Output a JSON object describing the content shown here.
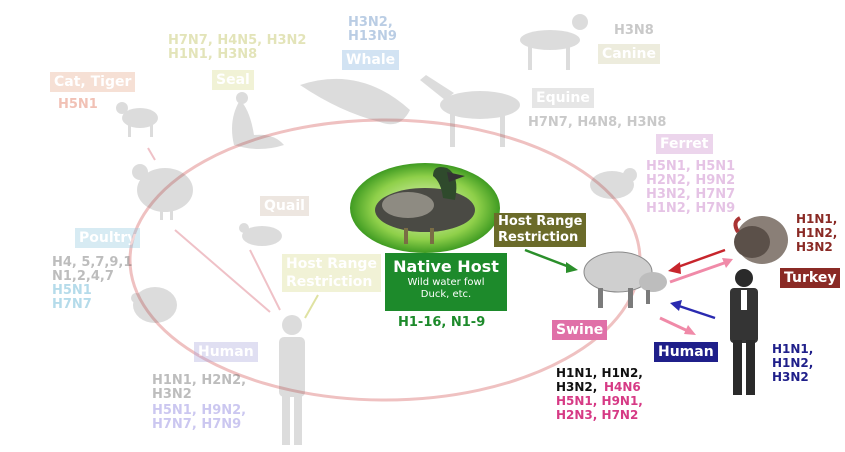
{
  "colors": {
    "cat": "#e7a78a",
    "seal": "#d8db8c",
    "whale": "#7fb1de",
    "canine": "#ccc9a0",
    "equine": "#b8b8b8",
    "ferret": "#c989c9",
    "poultry": "#8ec7df",
    "quail": "#cdb8a8",
    "host_range": "#6b6b2a",
    "native_host": "#1d8a2b",
    "swine": "#e070a8",
    "human_right": "#1f1f8a",
    "turkey": "#8a2a25",
    "human_left": "#a9a4dc"
  },
  "labels": {
    "cat": "Cat, Tiger",
    "cat_strains": "H5N1",
    "seal": "Seal",
    "seal_strains": "H7N7, H4N5, H3N2\nH1N1, H3N8",
    "whale": "Whale",
    "whale_strains": "H3N2,\nH13N9",
    "canine": "Canine",
    "canine_strains": "H3N8",
    "equine": "Equine",
    "equine_strains": "H7N7, H4N8, H3N8",
    "ferret": "Ferret",
    "ferret_strains": "H5N1, H5N1\nH2N2, H9N2\nH3N2, H7N7\nH1N2, H7N9",
    "poultry": "Poultry",
    "poultry_strains_a": "H4, 5,7,9,1\nN1,2,4,7",
    "poultry_strains_b": "H5N1\nH7N7",
    "quail": "Quail",
    "host_range_left": "Host Range\nRestriction",
    "host_range_right": "Host Range\nRestriction",
    "native_host_title": "Native Host",
    "native_host_sub": "Wild water fowl\nDuck, etc.",
    "native_host_strains": "H1-16, N1-9",
    "swine": "Swine",
    "swine_strains_a": "H1N1, H1N2,",
    "swine_strains_b": "H3N2, ",
    "swine_strains_c": "H4N6",
    "swine_strains_d": "H5N1, H9N1,\nH2N3, H7N2",
    "human_right": "Human",
    "human_right_strains": "H1N1,\nH1N2,\nH3N2",
    "turkey": "Turkey",
    "turkey_strains": "H1N1,\nH1N2,\nH3N2",
    "human_left": "Human",
    "human_left_strains_a": "H1N1, H2N2,\nH3N2",
    "human_left_strains_b": "H5N1, H9N2,\nH7N7, H7N9"
  }
}
